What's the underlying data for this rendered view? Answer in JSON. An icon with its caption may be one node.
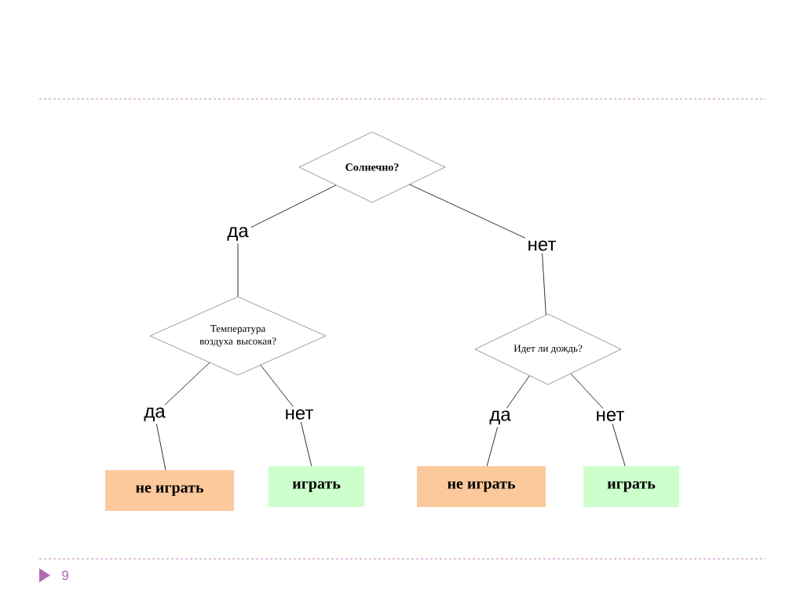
{
  "diagram": {
    "nodes": [
      {
        "text": [
          "Солнечно?"
        ]
      },
      {
        "text": [
          "да"
        ]
      },
      {
        "text": [
          "нет"
        ]
      },
      {
        "text": [
          "Температура воздуха высокая?"
        ]
      },
      {
        "text": [
          "Идет ли дождь?"
        ]
      },
      {
        "text": [
          "да"
        ]
      },
      {
        "text": [
          "нет"
        ]
      },
      {
        "text": [
          "да"
        ]
      },
      {
        "text": [
          "нет"
        ]
      },
      {
        "text": [
          "не играть"
        ]
      },
      {
        "text": [
          "играть"
        ]
      },
      {
        "text": [
          "не играть"
        ]
      },
      {
        "text": [
          "играть"
        ]
      }
    ],
    "edges": [
      {
        "from": 0,
        "to": 1,
        "arrow": "none"
      },
      {
        "from": 1,
        "to": 3,
        "arrow": "none"
      },
      {
        "from": 0,
        "to": 2,
        "arrow": "none"
      },
      {
        "from": 2,
        "to": 4,
        "arrow": "none"
      },
      {
        "from": 3,
        "to": 5,
        "arrow": "none"
      },
      {
        "from": 5,
        "to": 9,
        "arrow": "none"
      },
      {
        "from": 3,
        "to": 6,
        "arrow": "none"
      },
      {
        "from": 6,
        "to": 10,
        "arrow": "none"
      },
      {
        "from": 4,
        "to": 7,
        "arrow": "none"
      },
      {
        "from": 7,
        "to": 11,
        "arrow": "none"
      },
      {
        "from": 4,
        "to": 8,
        "arrow": "none"
      },
      {
        "from": 8,
        "to": 12,
        "arrow": "none"
      }
    ],
    "labels": [
      "9"
    ]
  }
}
